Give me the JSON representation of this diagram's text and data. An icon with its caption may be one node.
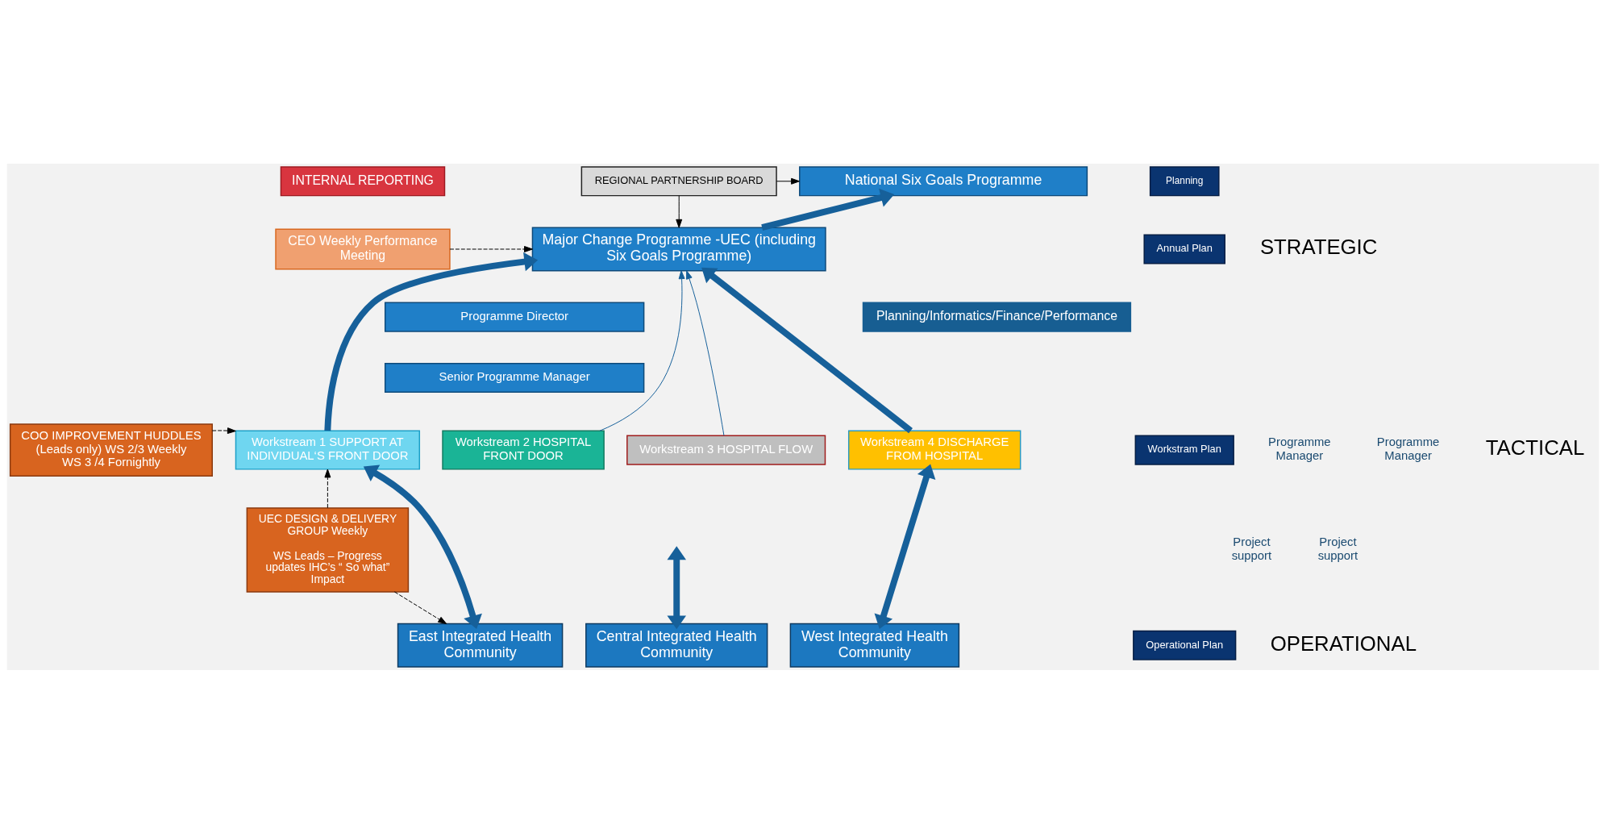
{
  "diagram": {
    "nodes": [
      {
        "text": [
          "INTERNAL REPORTING"
        ]
      },
      {
        "text": [
          "REGIONAL PARTNERSHIP BOARD"
        ]
      },
      {
        "text": [
          "National Six Goals Programme"
        ]
      },
      {
        "text": [
          "CEO Weekly Performance Meeting"
        ]
      },
      {
        "text": [
          "Major Change Programme -UEC (including Six Goals Programme)"
        ]
      },
      {
        "text": [
          "Programme Director"
        ]
      },
      {
        "text": [
          "Senior Programme Manager"
        ]
      },
      {
        "text": [
          "COO IMPROVEMENT HUDDLES (Leads only) WS 2/3 Weekly WS 3 /4 Fornightly"
        ]
      },
      {
        "text": [
          "Workstream 1 SUPPORT AT INDIVIDUAL‘S FRONT DOOR"
        ]
      },
      {
        "text": [
          "Workstream 2 HOSPITAL FRONT DOOR"
        ]
      },
      {
        "text": [
          "Workstream 3 HOSPITAL FLOW"
        ]
      },
      {
        "text": [
          "Workstream 4 DISCHARGE FROM HOSPITAL"
        ]
      },
      {
        "text": [
          "UEC DESIGN & DELIVERY GROUP Weekly",
          "WS Leads – Progress updates IHC’s “ So what” Impact"
        ]
      },
      {
        "text": [
          "East Integrated Health Community"
        ]
      },
      {
        "text": [
          "Central Integrated Health Community"
        ]
      },
      {
        "text": [
          "West Integrated Health Community"
        ]
      },
      {
        "text": [
          "Planning/Informatics/Finance/Performance"
        ]
      },
      {
        "text": [
          "Planning"
        ]
      },
      {
        "text": [
          "Annual Plan"
        ]
      },
      {
        "text": [
          "Workstram Plan"
        ]
      },
      {
        "text": [
          "Operational Plan"
        ]
      }
    ],
    "edges": [
      {
        "from": 1,
        "to": 2,
        "arrow": "to",
        "color": "#000000"
      },
      {
        "from": 1,
        "to": 4,
        "arrow": "to",
        "color": "#000000"
      },
      {
        "from": 3,
        "to": 4,
        "arrow": "to",
        "style": "dashed",
        "color": "#000000"
      },
      {
        "from": 4,
        "to": 2,
        "arrow": "to",
        "style": "thick"
      },
      {
        "from": 8,
        "to": 4,
        "arrow": "to",
        "style": "thick"
      },
      {
        "from": 9,
        "to": 4,
        "arrow": "to"
      },
      {
        "from": 10,
        "to": 4,
        "arrow": "to"
      },
      {
        "from": 11,
        "to": 4,
        "arrow": "to",
        "style": "thick"
      },
      {
        "from": 7,
        "to": 8,
        "arrow": "to",
        "style": "dashed",
        "color": "#000000"
      },
      {
        "from": 12,
        "to": 8,
        "arrow": "to",
        "style": "dashed",
        "color": "#000000"
      },
      {
        "from": 12,
        "to": 13,
        "arrow": "to",
        "style": "dashed",
        "color": "#000000"
      },
      {
        "from": 8,
        "to": 13,
        "arrow": "both",
        "style": "thick"
      },
      {
        "from": null,
        "to": 14,
        "arrow": "both",
        "style": "thick"
      },
      {
        "from": 11,
        "to": 15,
        "arrow": "both",
        "style": "thick"
      }
    ],
    "labels": [
      "Programme Manager",
      "Programme Manager",
      "Project support",
      "Project support",
      "STRATEGIC",
      "TACTICAL",
      "OPERATIONAL"
    ]
  }
}
